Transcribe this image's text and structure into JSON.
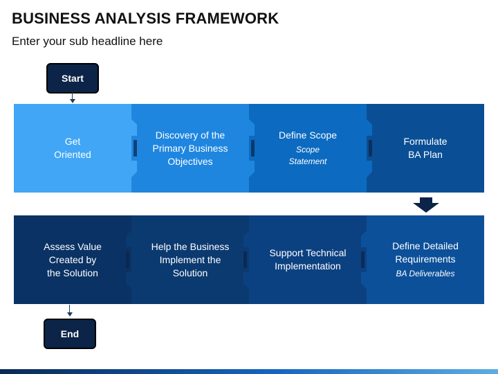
{
  "title": "BUSINESS ANALYSIS FRAMEWORK",
  "subtitle": "Enter your sub headline here",
  "start_label": "Start",
  "end_label": "End",
  "colors": {
    "dark_navy": "#0b2447",
    "top": [
      "#41a6f5",
      "#1f86e0",
      "#0c6bc0",
      "#0a4f95"
    ],
    "bottom": [
      "#0a3264",
      "#0b3a70",
      "#0c4181",
      "#0d509a"
    ],
    "connector": "#1e3a5f",
    "footer": [
      "#0a2a55",
      "#1565c0",
      "#5dade2"
    ]
  },
  "top_row": [
    {
      "main": "Get\nOriented",
      "sub": ""
    },
    {
      "main": "Discovery of the\nPrimary Business\nObjectives",
      "sub": ""
    },
    {
      "main": "Define Scope",
      "sub": "Scope\nStatement"
    },
    {
      "main": "Formulate\nBA Plan",
      "sub": ""
    }
  ],
  "bottom_row": [
    {
      "main": "Assess Value\nCreated by\nthe Solution",
      "sub": ""
    },
    {
      "main": "Help the Business\nImplement the\nSolution",
      "sub": ""
    },
    {
      "main": "Support Technical\nImplementation",
      "sub": ""
    },
    {
      "main": "Define Detailed\nRequirements",
      "sub": "BA Deliverables"
    }
  ]
}
